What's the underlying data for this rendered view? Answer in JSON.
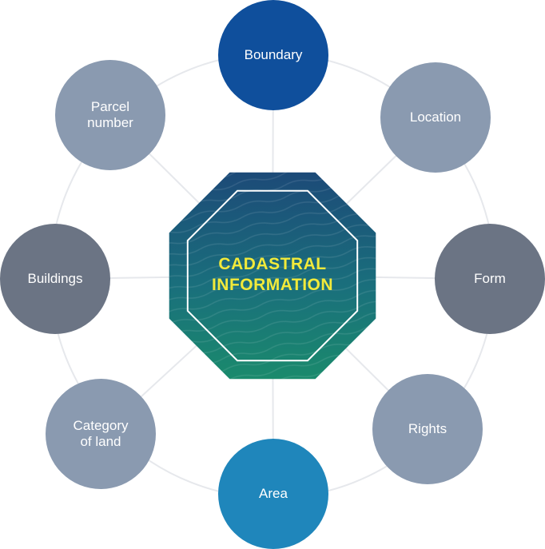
{
  "center": {
    "label": "CADASTRAL\nINFORMATION"
  },
  "nodes": [
    {
      "id": "boundary",
      "label": "Boundary",
      "color": "#0f4f9c"
    },
    {
      "id": "location",
      "label": "Location",
      "color": "#8a9ab0"
    },
    {
      "id": "form",
      "label": "Form",
      "color": "#6b7484"
    },
    {
      "id": "rights",
      "label": "Rights",
      "color": "#8a9ab0"
    },
    {
      "id": "area",
      "label": "Area",
      "color": "#1f86bb"
    },
    {
      "id": "category-of-land",
      "label": "Category\nof land",
      "color": "#8a9ab0"
    },
    {
      "id": "buildings",
      "label": "Buildings",
      "color": "#6b7484"
    },
    {
      "id": "parcel-number",
      "label": "Parcel\nnumber",
      "color": "#8a9ab0"
    }
  ],
  "colors": {
    "ring": "#e6e8ec",
    "center_text": "#f2ea3a",
    "center_top": "#1c4a78",
    "center_bottom": "#1a8a6c"
  }
}
